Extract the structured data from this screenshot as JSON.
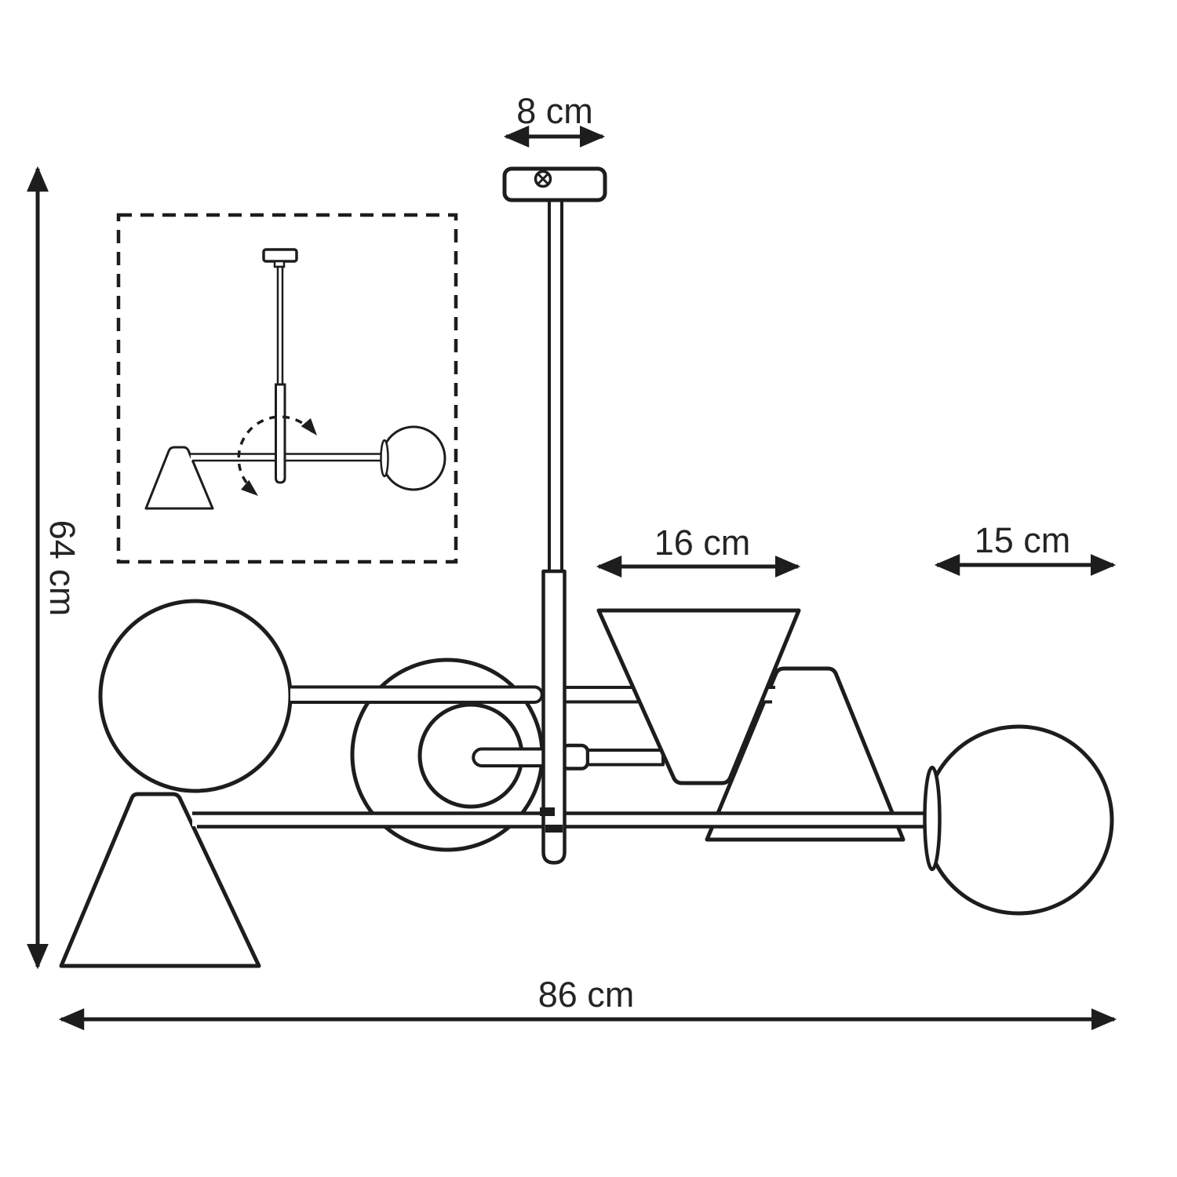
{
  "dimensions": {
    "mount_width": "8 cm",
    "overall_height": "64 cm",
    "shade_width": "16 cm",
    "globe_diameter": "15 cm",
    "overall_width": "86 cm"
  },
  "colors": {
    "line": "#1d1d1d",
    "text": "#242424",
    "background": "#ffffff"
  },
  "icons": {
    "screw": "phillips-screw-icon (circle with cross)",
    "rotation": "dashed-arc-rotation-arrows-icon"
  }
}
